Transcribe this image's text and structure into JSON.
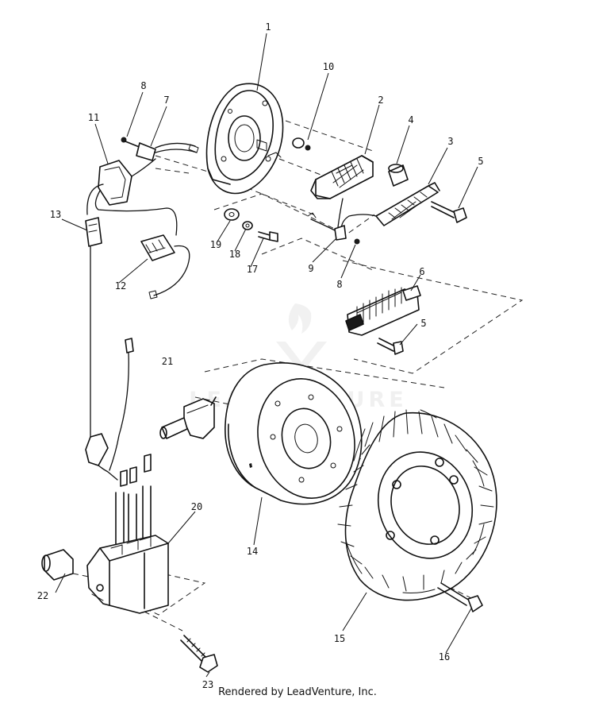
{
  "diagram": {
    "callouts": [
      "1",
      "2",
      "3",
      "4",
      "5",
      "5",
      "6",
      "7",
      "8",
      "8",
      "9",
      "10",
      "11",
      "12",
      "13",
      "14",
      "15",
      "16",
      "17",
      "18",
      "19",
      "20",
      "21",
      "22",
      "23"
    ],
    "watermark": "LEADVENTURE",
    "credit": "Rendered by LeadVenture, Inc."
  }
}
